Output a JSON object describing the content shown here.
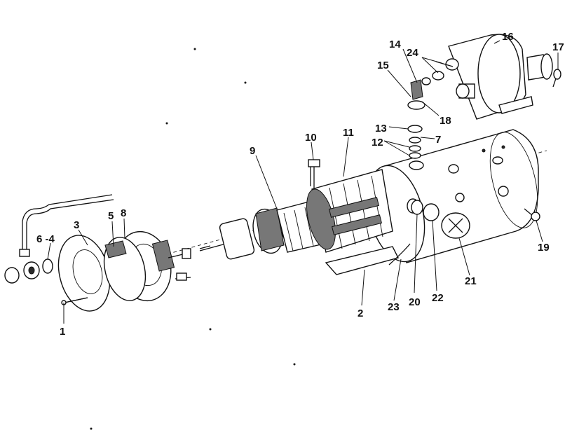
{
  "callouts": {
    "c1": "1",
    "c2": "2",
    "c3": "3",
    "c4": "6 -4",
    "c5": "5",
    "c8": "8",
    "c9": "9",
    "c10": "10",
    "c11": "11",
    "c12": "12",
    "c13": "13",
    "c7": "7",
    "c14": "14",
    "c15": "15",
    "c16": "16",
    "c17": "17",
    "c18": "18",
    "c19": "19",
    "c20": "20",
    "c21": "21",
    "c22": "22",
    "c23": "23",
    "c24": "24"
  },
  "colors": {
    "ink": "#111111",
    "paper": "#ffffff"
  }
}
